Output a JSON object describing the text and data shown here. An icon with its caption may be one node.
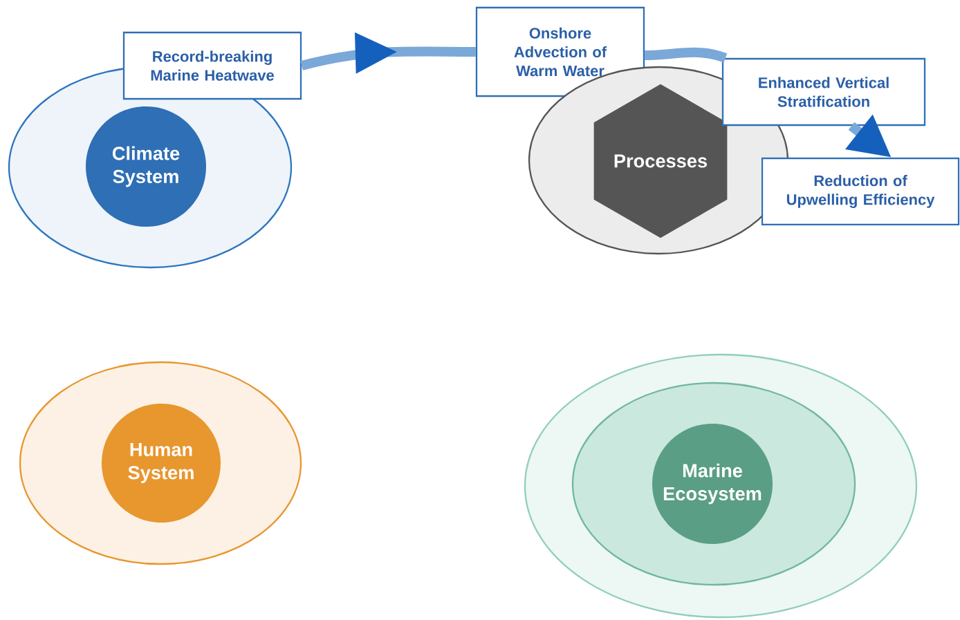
{
  "diagram": {
    "nodes": [
      {
        "text": [],
        "shape": "ellipse"
      },
      {
        "text": [
          "Climate System"
        ],
        "in": 0
      },
      {
        "text": [
          "Record-breaking Marine Heatwave"
        ]
      },
      {
        "text": [
          "Onshore Advection of Warm Water"
        ]
      },
      {
        "text": [],
        "shape": "ellipse"
      },
      {
        "text": [
          "Processes"
        ],
        "in": 4
      },
      {
        "text": [
          "Enhanced Vertical Stratification"
        ]
      },
      {
        "text": [
          "Reduction of Upwelling Efficiency"
        ]
      },
      {
        "text": [],
        "shape": "ellipse"
      },
      {
        "text": [
          "Human System"
        ],
        "in": 8
      },
      {
        "text": [],
        "shape": "ellipse"
      },
      {
        "text": [],
        "shape": "ellipse",
        "in": 10
      },
      {
        "text": [
          "Marine Ecosystem"
        ],
        "in": 11
      }
    ],
    "edges": [
      {
        "from": 2,
        "to": 3,
        "arrow": "to"
      },
      {
        "from": 3,
        "to": 6,
        "arrow": "none"
      },
      {
        "from": 6,
        "to": 7,
        "arrow": "to"
      }
    ]
  }
}
